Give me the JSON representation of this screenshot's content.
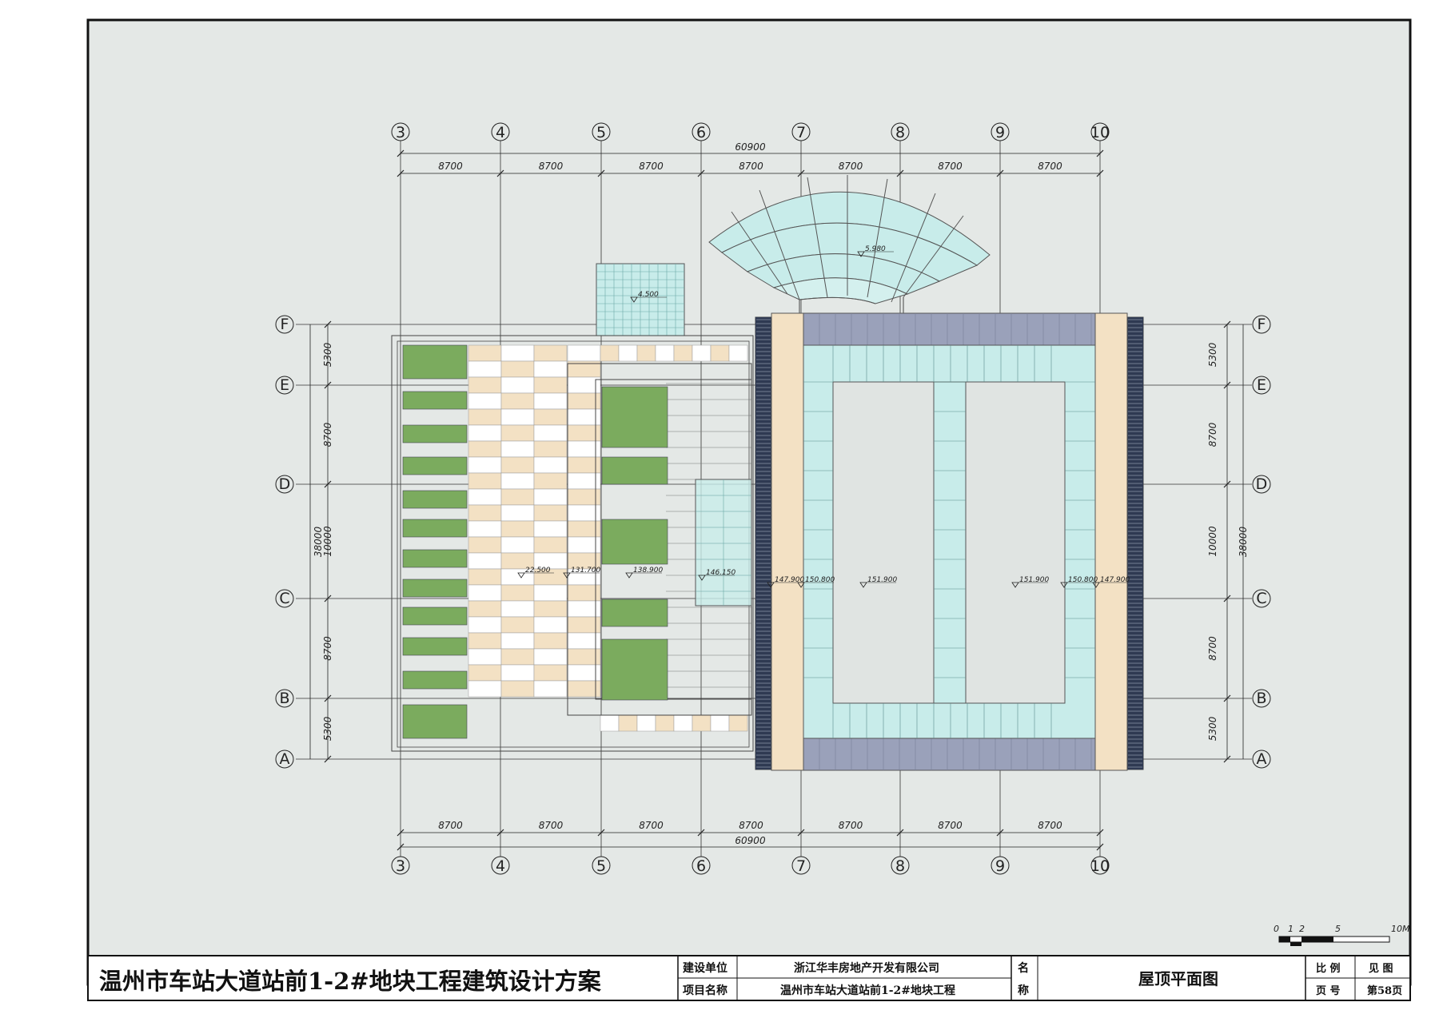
{
  "project_title": "温州市车站大道站前1-2#地块工程建筑设计方案",
  "title_block": {
    "client_label": "建设单位",
    "client_value": "浙江华丰房地产开发有限公司",
    "project_label": "项目名称",
    "project_value": "温州市车站大道站前1-2#地块工程",
    "name_label_1": "名",
    "name_label_2": "称",
    "drawing_name": "屋顶平面图",
    "scale_label": "比 例",
    "scale_value": "见 图",
    "page_label": "页 号",
    "page_value": "第58页"
  },
  "scale_bar": {
    "labels": [
      "0",
      "1",
      "2",
      "5",
      "10M"
    ]
  },
  "grid": {
    "columns": [
      "3",
      "4",
      "5",
      "6",
      "7",
      "8",
      "9",
      "10"
    ],
    "rows": [
      "A",
      "B",
      "C",
      "D",
      "E",
      "F"
    ],
    "col_spacings": [
      "8700",
      "8700",
      "8700",
      "8700",
      "8700",
      "8700",
      "8700"
    ],
    "col_total": "60900",
    "row_spacings": [
      "5300",
      "8700",
      "10000",
      "8700",
      "5300"
    ],
    "row_total": "38000"
  },
  "elevations": {
    "canopy": "5.980",
    "stair": "4.500",
    "e1": "22.500",
    "e2": "131.700",
    "e3": "138.900",
    "e4": "146.150",
    "e5": "147.900",
    "e6": "150.800",
    "e7": "151.900",
    "e8": "151.900",
    "e9": "150.800",
    "e10": "147.900"
  },
  "colors": {
    "background": "#e4e8e6",
    "glass": "#c8ecea",
    "beige": "#f3e1c4",
    "slate": "#9aa1ba",
    "dark_fin": "#2f3a52",
    "green": "#7bab5e"
  }
}
